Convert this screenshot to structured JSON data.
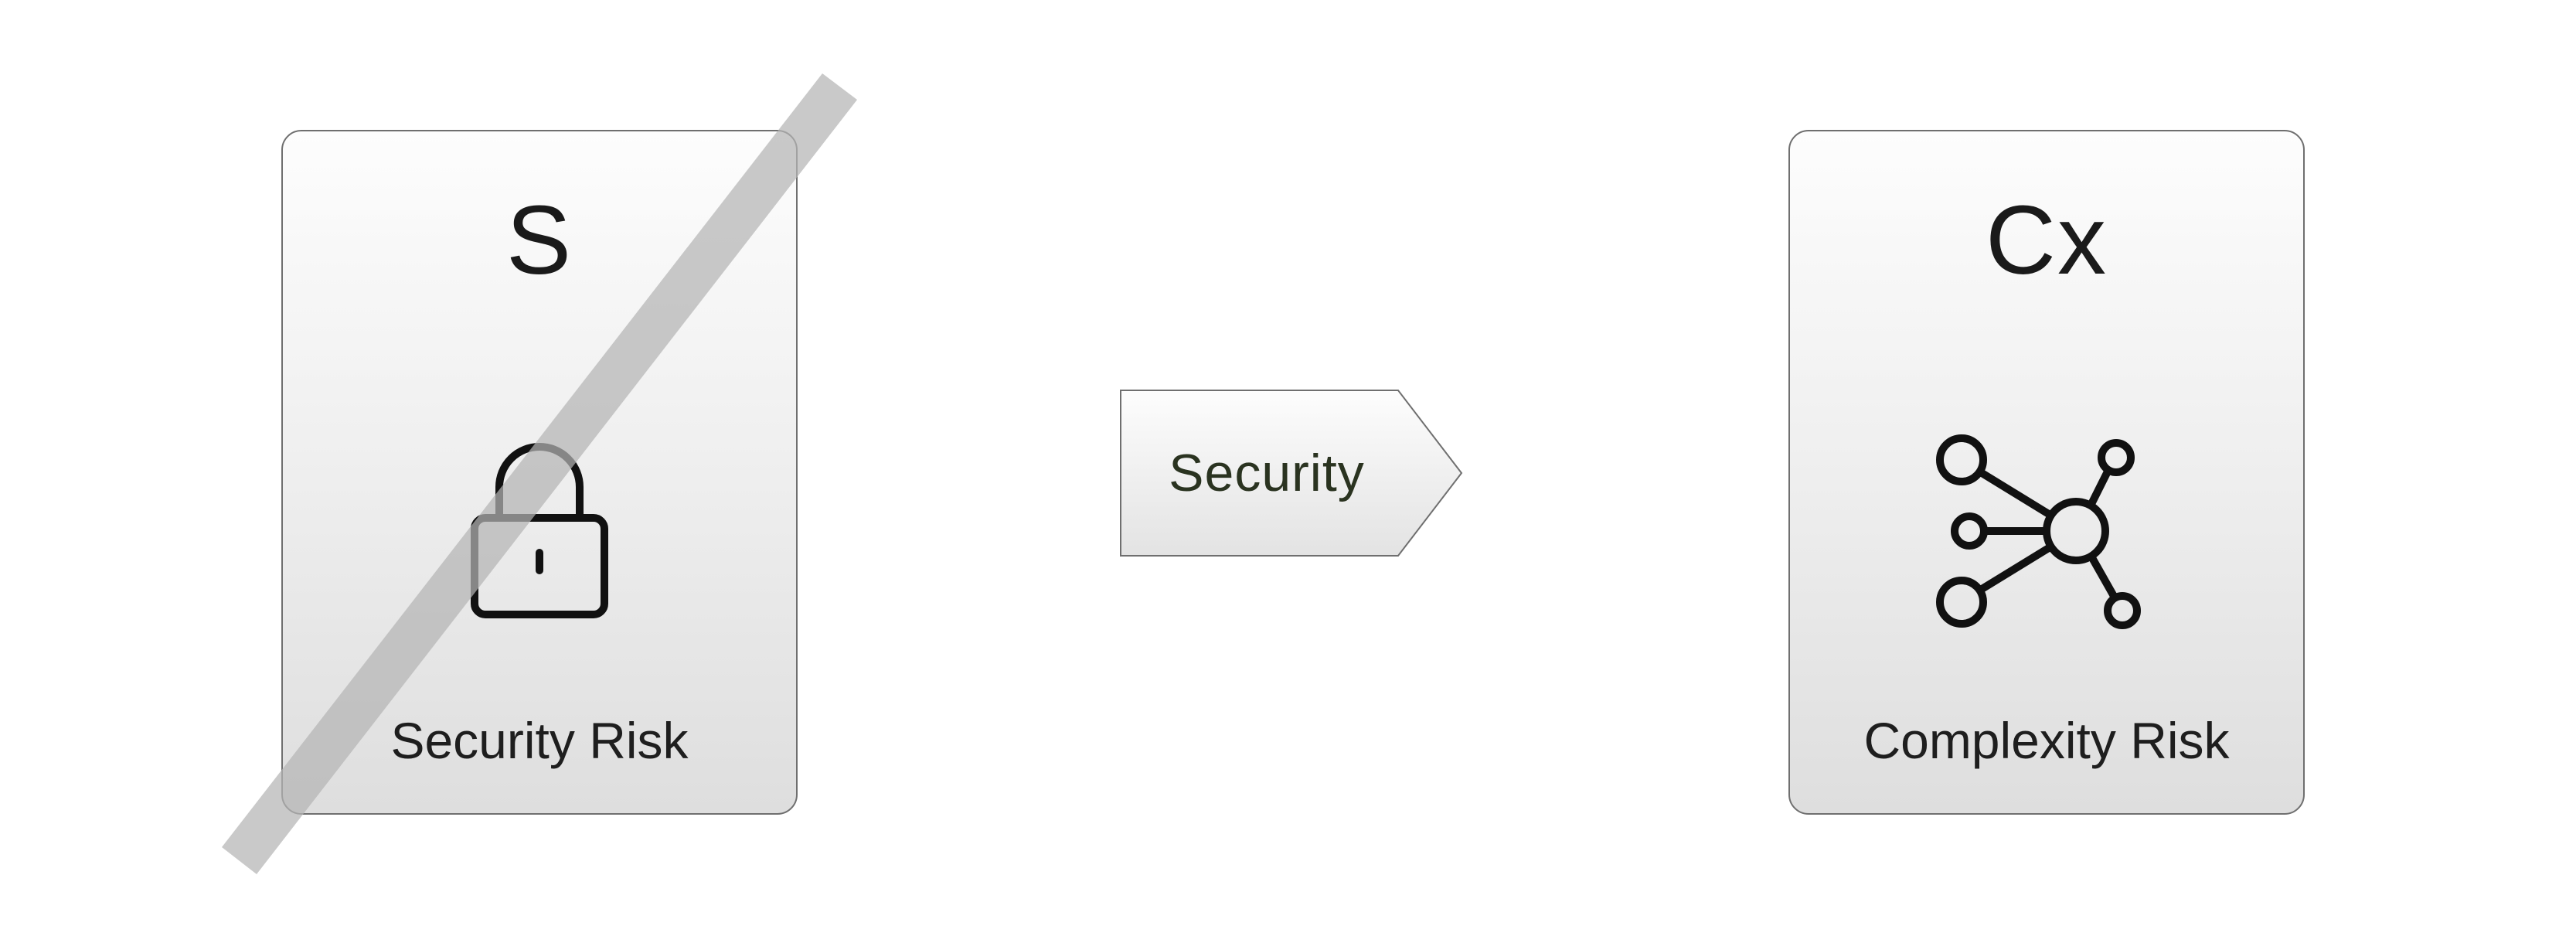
{
  "cards": {
    "security": {
      "symbol": "S",
      "label": "Security Risk",
      "icon": "padlock-icon",
      "struck_through": true
    },
    "complexity": {
      "symbol": "Cx",
      "label": "Complexity Risk",
      "icon": "network-nodes-icon",
      "struck_through": false
    }
  },
  "arrow": {
    "label": "Security",
    "direction": "right"
  },
  "colors": {
    "card_border": "#6f6f6f",
    "card_fill_top": "#fdfdfd",
    "card_fill_bottom": "#dedede",
    "strike": "#b4b4b4",
    "icon_stroke": "#111111",
    "arrow_text": "#2a3320"
  }
}
